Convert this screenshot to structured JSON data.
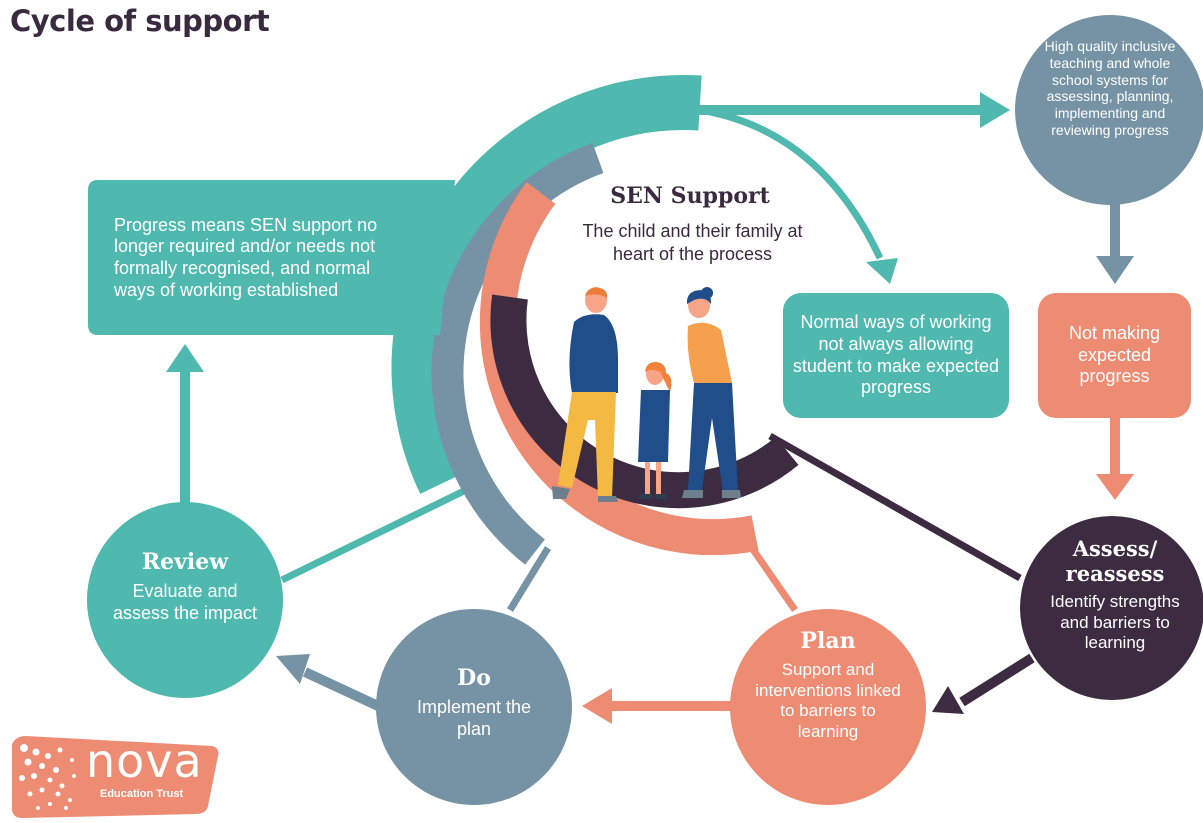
{
  "title": "Cycle of support",
  "center": {
    "title": "SEN Support",
    "subtitle": "The child and their family at heart of the process"
  },
  "boxes": {
    "progress": "Progress means SEN support no longer required and/or needs not formally recognised, and normal ways of working established",
    "normal_ways": "Normal ways of working not always allowing student to make expected progress",
    "not_making": "Not making expected progress",
    "high_quality": "High quality inclusive teaching and whole school systems for assessing, planning, implementing and reviewing progress"
  },
  "stages": {
    "assess": {
      "title": "Assess/ reassess",
      "text": "Identify strengths and barriers to learning"
    },
    "plan": {
      "title": "Plan",
      "text": "Support and interventions linked to barriers to learning"
    },
    "do": {
      "title": "Do",
      "text": "Implement the plan"
    },
    "review": {
      "title": "Review",
      "text": "Evaluate and assess the impact"
    }
  },
  "logo": {
    "name": "nova",
    "subtitle": "Education Trust"
  },
  "colors": {
    "teal": "#4fb9b0",
    "slate": "#7593a4",
    "salmon": "#ee8b73",
    "plum": "#3d2b41",
    "text_dark": "#3a2a3f"
  }
}
